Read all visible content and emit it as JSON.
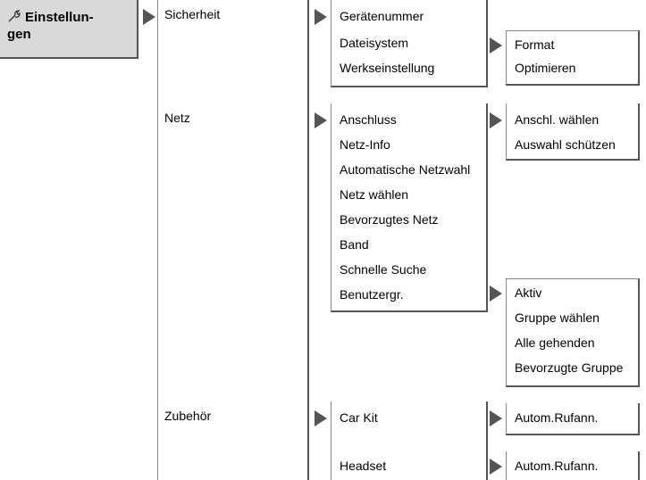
{
  "menu_title": "Einstellun-gen",
  "menu_title_line1": "Einstellun-",
  "menu_title_line2": "gen",
  "level1": [
    "Sicherheit",
    "Netz",
    "Zubehör"
  ],
  "sicherheit": [
    "Gerätenummer",
    "Dateisystem",
    "Werkseinstellung"
  ],
  "dateisystem": [
    "Format",
    "Optimieren"
  ],
  "netz": [
    "Anschluss",
    "Netz-Info",
    "Automatische Netzwahl",
    "Netz wählen",
    "Bevorzugtes Netz",
    "Band",
    "Schnelle Suche",
    "Benutzergr."
  ],
  "anschluss": [
    "Anschl. wählen",
    "Auswahl schützen"
  ],
  "benutzergr": [
    "Aktiv",
    "Gruppe wählen",
    "Alle gehenden",
    "Bevorzugte Gruppe"
  ],
  "zubehoer": [
    "Car Kit",
    "Headset"
  ],
  "carkit": [
    "Autom.Rufann."
  ],
  "headset": [
    "Autom.Rufann."
  ],
  "icons": {
    "settings": "wrench-icon",
    "submenu": "triangle-right-icon"
  }
}
